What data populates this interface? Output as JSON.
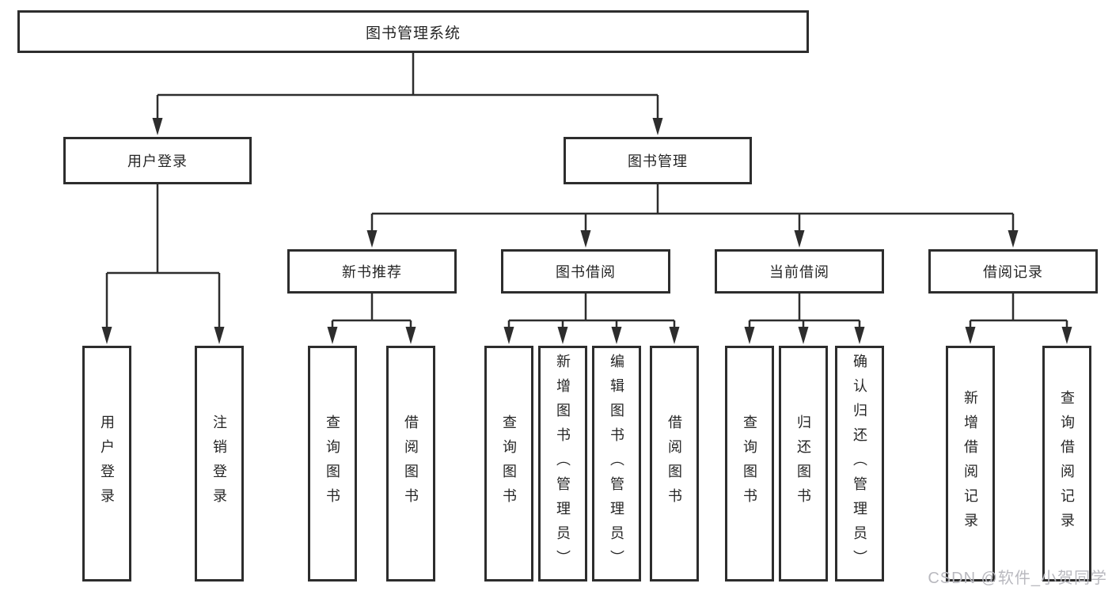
{
  "colors": {
    "line": "#2d2d2d",
    "box_border": "#2d2d2d",
    "text": "#262626",
    "background": "#ffffff",
    "watermark": "#b9b9bf"
  },
  "watermark": {
    "text": "CSDN @软件_小贺同学"
  },
  "diagram": {
    "type": "hierarchy-tree",
    "root": {
      "label": "图书管理系统"
    },
    "branches": [
      {
        "label": "用户登录",
        "children": [
          {
            "label": "用户登录"
          },
          {
            "label": "注销登录"
          }
        ]
      },
      {
        "label": "图书管理",
        "children": [
          {
            "label": "新书推荐",
            "children": [
              {
                "label": "查询图书"
              },
              {
                "label": "借阅图书"
              }
            ]
          },
          {
            "label": "图书借阅",
            "children": [
              {
                "label": "查询图书"
              },
              {
                "label": "新增图书（管理员）"
              },
              {
                "label": "编辑图书（管理员）"
              },
              {
                "label": "借阅图书"
              }
            ]
          },
          {
            "label": "当前借阅",
            "children": [
              {
                "label": "查询图书"
              },
              {
                "label": "归还图书"
              },
              {
                "label": "确认归还（管理员）"
              }
            ]
          },
          {
            "label": "借阅记录",
            "children": [
              {
                "label": "新增借阅记录"
              },
              {
                "label": "查询借阅记录"
              }
            ]
          }
        ]
      }
    ]
  }
}
